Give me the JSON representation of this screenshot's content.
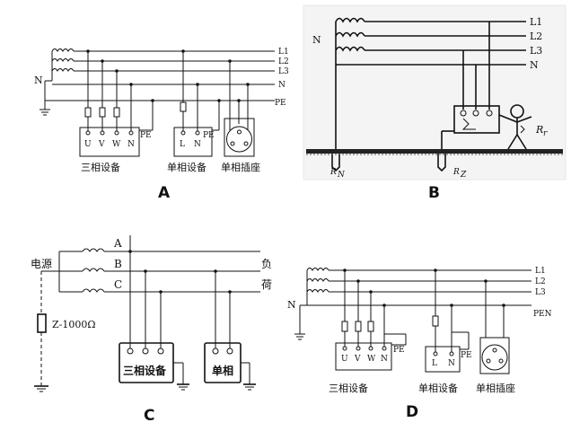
{
  "panels": {
    "a": {
      "caption": "A",
      "n_label": "N",
      "lines": [
        "L1",
        "L2",
        "L3",
        "N",
        "PE"
      ],
      "three_phase_terminals": [
        "U",
        "V",
        "W",
        "N"
      ],
      "three_phase_pe": "PE",
      "single_terminals": [
        "L",
        "N"
      ],
      "single_pe": "PE",
      "three_phase_name": "三相设备",
      "single_name": "单相设备",
      "socket_name": "单相插座"
    },
    "b": {
      "caption": "B",
      "n_label": "N",
      "lines": [
        "L1",
        "L2",
        "L3",
        "N"
      ],
      "person_resistance": "R",
      "person_sub": "r",
      "source_ground": "R",
      "source_ground_sub": "N",
      "device_ground": "R",
      "device_ground_sub": "Z"
    },
    "c": {
      "caption": "C",
      "source": "电源",
      "phases": [
        "A",
        "B",
        "C"
      ],
      "load_top": "负",
      "load_bottom": "荷",
      "impedance": "Z-1000Ω",
      "three_phase_name": "三相设备",
      "single_name": "单相"
    },
    "d": {
      "caption": "D",
      "n_label": "N",
      "lines": [
        "L1",
        "L2",
        "L3",
        "PEN"
      ],
      "three_phase_terminals": [
        "U",
        "V",
        "W",
        "N"
      ],
      "three_phase_pe": "PE",
      "single_terminals": [
        "L",
        "N"
      ],
      "single_pe": "PE",
      "three_phase_name": "三相设备",
      "single_name": "单相设备",
      "socket_name": "单相插座"
    }
  }
}
